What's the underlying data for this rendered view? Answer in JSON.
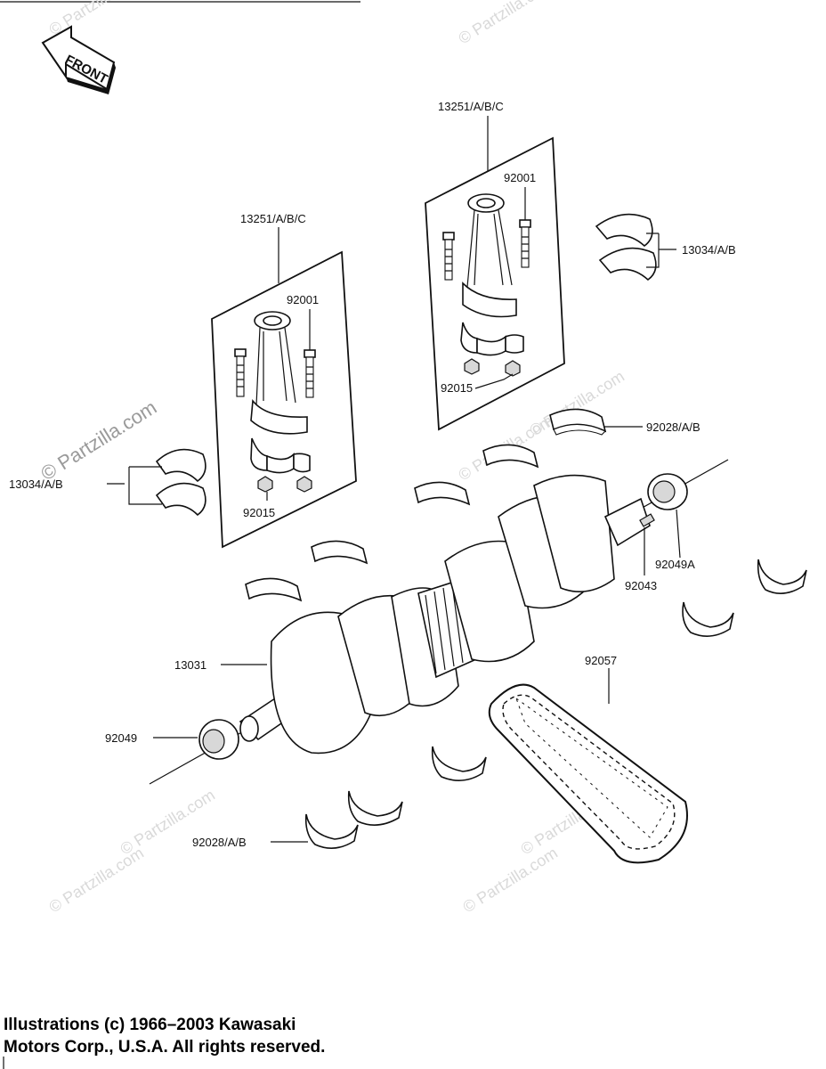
{
  "front_arrow": {
    "label": "FRONT"
  },
  "watermarks": [
    "© Partzilla.com",
    "© Partzilla.com",
    "© Partzilla.com",
    "© Partzilla.com",
    "© Partzilla.com",
    "© Partzilla.com",
    "© Partzilla.com",
    "© Partzilla.com"
  ],
  "watermark_main": "© Partzilla.com",
  "callouts": {
    "rod_set_left": "13251/A/B/C",
    "rod_set_right": "13251/A/B/C",
    "bolt_left": "92001",
    "bolt_right": "92001",
    "nut_left": "92015",
    "nut_right": "92015",
    "thrust_left": "13034/A/B",
    "thrust_right": "13034/A/B",
    "bearing_upper": "92028/A/B",
    "bearing_lower": "92028/A/B",
    "seal_right": "92049A",
    "key": "92043",
    "crankshaft": "13031",
    "chain": "92057",
    "seal_left": "92049"
  },
  "copyright": {
    "line1": "Illustrations (c) 1966–2003 Kawasaki",
    "line2": "Motors Corp., U.S.A.  All rights reserved."
  }
}
